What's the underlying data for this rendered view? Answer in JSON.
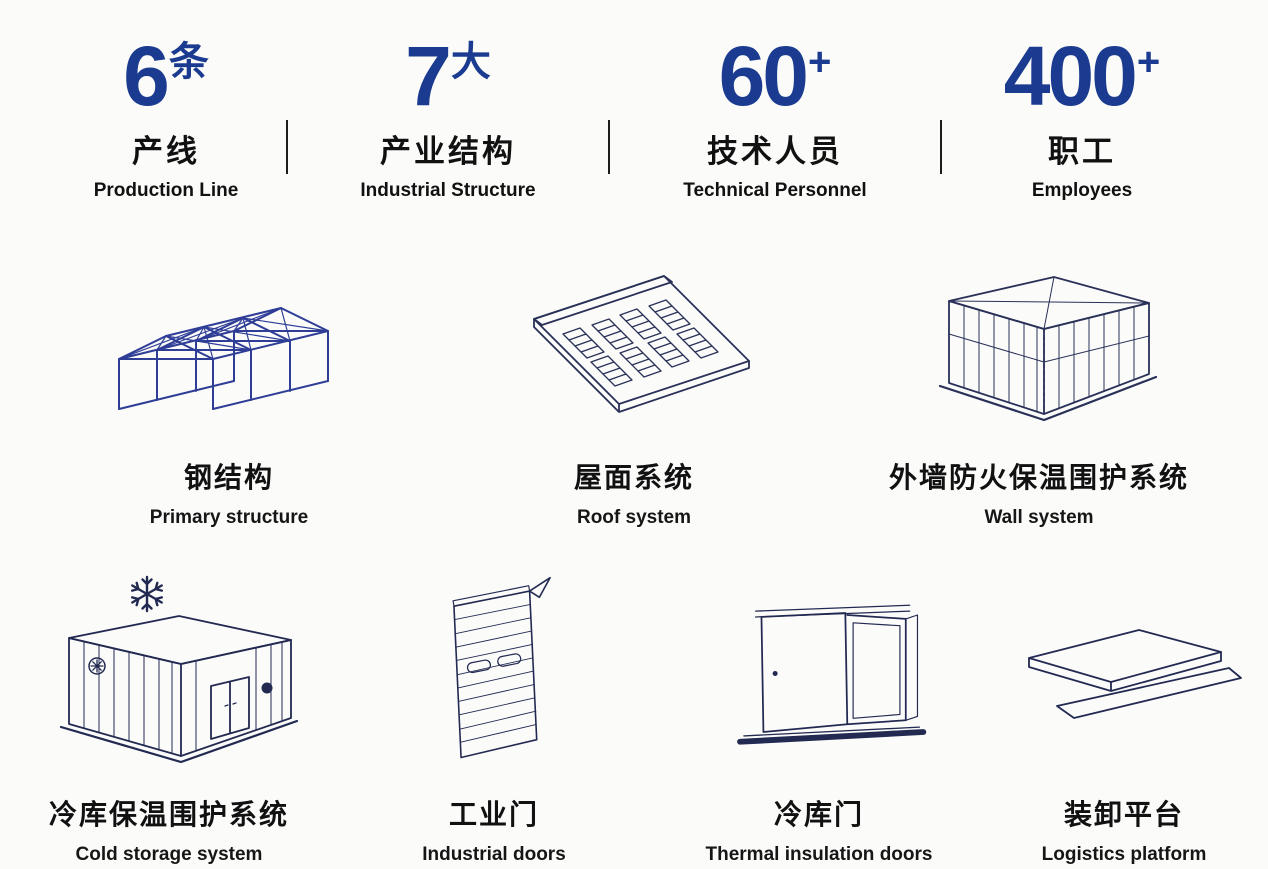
{
  "stats": [
    {
      "number": "6",
      "suffix": "条",
      "zh": "产线",
      "en": "Production Line"
    },
    {
      "number": "7",
      "suffix": "大",
      "zh": "产业结构",
      "en": "Industrial Structure"
    },
    {
      "number": "60",
      "suffix": "+",
      "zh": "技术人员",
      "en": "Technical Personnel"
    },
    {
      "number": "400",
      "suffix": "+",
      "zh": "职工",
      "en": "Employees"
    }
  ],
  "products_row1": [
    {
      "zh": "钢结构",
      "en": "Primary structure",
      "icon": "steel-structure-icon"
    },
    {
      "zh": "屋面系统",
      "en": "Roof system",
      "icon": "roof-system-icon"
    },
    {
      "zh": "外墙防火保温围护系统",
      "en": "Wall system",
      "icon": "wall-system-icon"
    }
  ],
  "products_row2": [
    {
      "zh": "冷库保温围护系统",
      "en": "Cold storage system",
      "icon": "cold-storage-icon"
    },
    {
      "zh": "工业门",
      "en": "Industrial doors",
      "icon": "industrial-door-icon"
    },
    {
      "zh": "冷库门",
      "en": "Thermal insulation doors",
      "icon": "thermal-door-icon"
    },
    {
      "zh": "装卸平台",
      "en": "Logistics platform",
      "icon": "loading-platform-icon"
    }
  ],
  "colors": {
    "accent": "#1a3b8f",
    "ink": "#151515",
    "line_art": "#2a3158",
    "steel_blue": "#2e3d96"
  }
}
